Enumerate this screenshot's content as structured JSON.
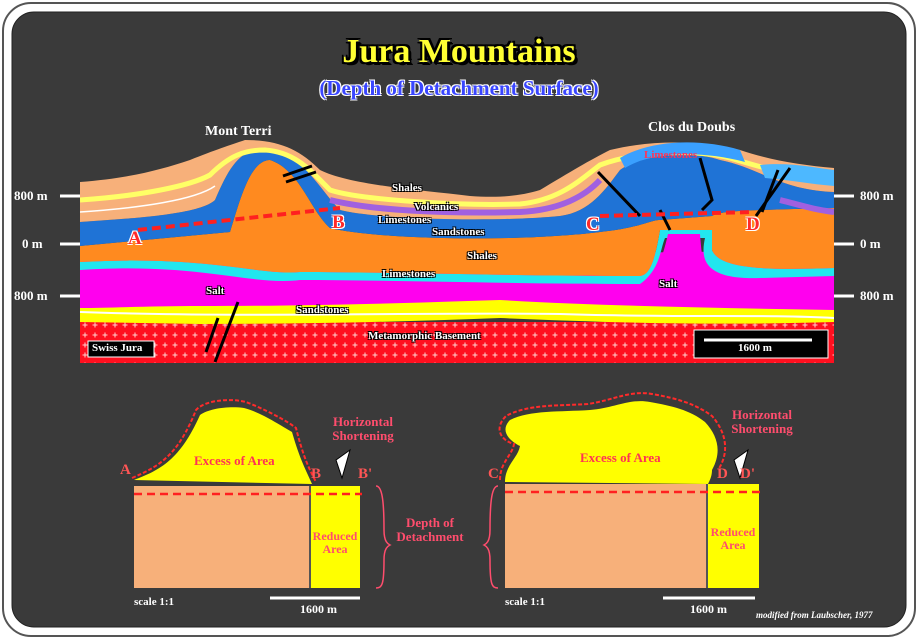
{
  "title": "Jura Mountains",
  "subtitle": "(Depth of Detachment Surface)",
  "locations": {
    "left_peak": "Mont Terri",
    "right_peak": "Clos du Doubs"
  },
  "depth_labels": {
    "top": "800 m",
    "middle": "0 m",
    "bottom": "800 m"
  },
  "section_points": [
    "A",
    "B",
    "C",
    "D"
  ],
  "layers": {
    "shales_upper": "Shales",
    "volcanics": "Volcanics",
    "limestones_upper": "Limestones",
    "sandstones_upper": "Sandstones",
    "shales_mid": "Shales",
    "limestones_mid": "Limestones",
    "salt_left": "Salt",
    "salt_right": "Salt",
    "sandstones_lower": "Sandstones",
    "basement": "Metamorphic Basement",
    "limestones_right": "Limestones"
  },
  "region_tag": "Swiss Jura",
  "scale_bar_top": "1600 m",
  "lower_left": {
    "point_a": "A",
    "point_b": "B",
    "point_b_prime": "B'",
    "excess": "Excess of Area",
    "shortening": "Horizontal Shortening",
    "reduced": "Reduced Area",
    "scale": "scale 1:1",
    "scale_bar": "1600 m"
  },
  "lower_right": {
    "point_c": "C",
    "point_d": "D",
    "point_d_prime": "D'",
    "excess": "Excess of Area",
    "shortening": "Horizontal Shortening",
    "reduced": "Reduced Area",
    "scale": "scale 1:1",
    "scale_bar": "1600 m"
  },
  "depth_caption": "Depth of Detachment",
  "credit": "modified from Laubscher, 1977",
  "colors": {
    "background": "#3a3a3a",
    "blue": "#1f73d6",
    "orange": "#ff8a1f",
    "peach": "#f7b07a",
    "yellow": "#ffff00",
    "magenta": "#ff00ee",
    "cyan": "#22e6ee",
    "purple": "#a060e0",
    "basement": "#ff0f1f"
  }
}
